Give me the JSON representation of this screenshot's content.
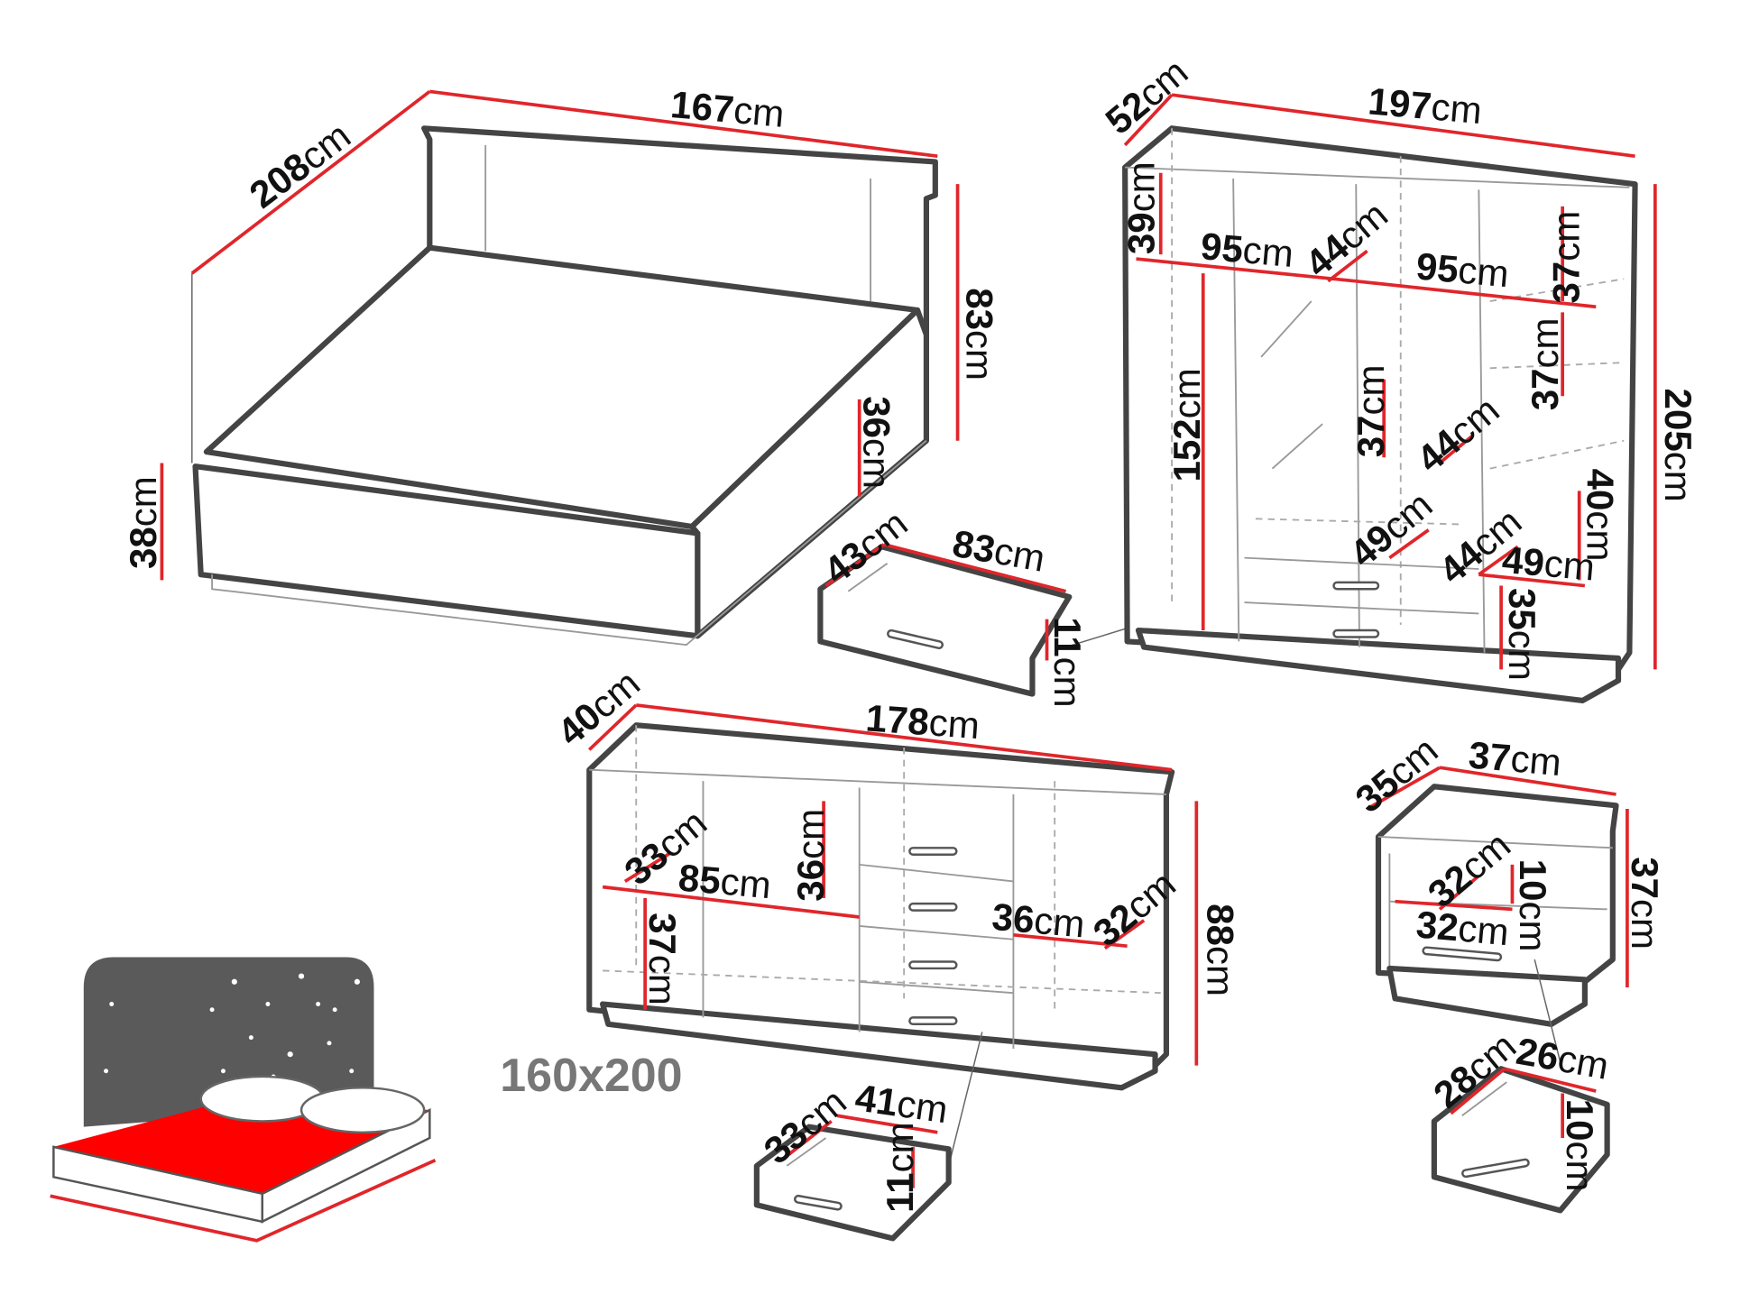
{
  "unit": "cm",
  "bed": {
    "depth": "208",
    "width": "167",
    "height": "83",
    "side_height": "36",
    "frame_height": "38",
    "drawer": {
      "depth": "43",
      "width": "83",
      "height": "11"
    }
  },
  "wardrobe": {
    "depth": "52",
    "width": "197",
    "top_height": "39",
    "left_width": "95",
    "left_depth": "44",
    "right_width": "95",
    "right_top_shelf": "37",
    "left_height": "152",
    "right_shelf_b": "37",
    "middle_shelf": "37",
    "middle_depth": "44",
    "total_height": "205",
    "right_shelf_c": "40",
    "drawer_width_a": "49",
    "drawer_depth": "44",
    "drawer_width_b": "49",
    "drawer_height": "35"
  },
  "sideboard": {
    "depth": "40",
    "width": "178",
    "shelf_depth": "33",
    "compartment_width": "85",
    "top_height": "36",
    "lower_height": "37",
    "right_width": "36",
    "right_depth": "32",
    "total_height": "88",
    "drawer": {
      "depth": "33",
      "width": "41",
      "height": "11"
    }
  },
  "nightstand": {
    "depth": "35",
    "width": "37",
    "shelf_depth": "32",
    "shelf_height": "10",
    "shelf_width": "32",
    "height": "37",
    "drawer": {
      "depth": "28",
      "width": "26",
      "height": "10"
    }
  },
  "mattress_size": "160x200",
  "colors": {
    "dimension": "#e0262b",
    "outline": "#444444",
    "mattress": "#ff0000",
    "night": "#5a5a5a"
  }
}
